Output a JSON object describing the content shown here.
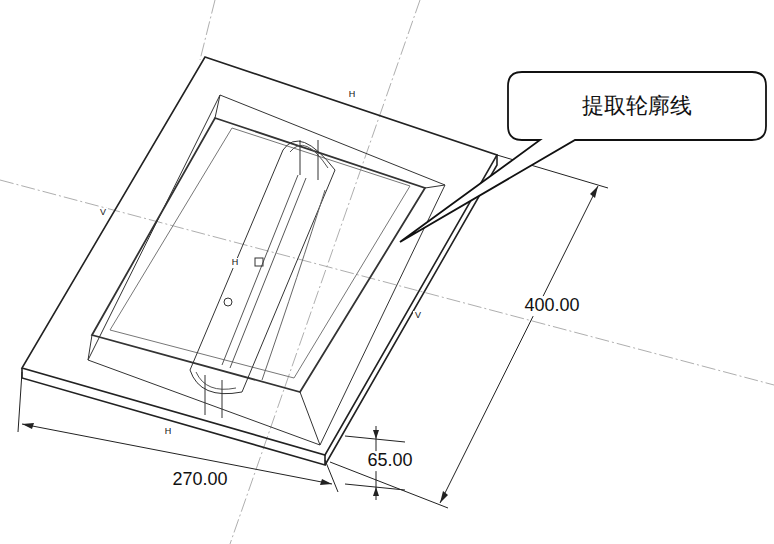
{
  "diagram": {
    "nodes": [
      {
        "text": [
          "提取轮廓线"
        ]
      }
    ],
    "edges": [],
    "labels": [
      "400.00",
      "270.00",
      "65.00",
      "H",
      "V",
      "H",
      "V",
      "H"
    ]
  }
}
